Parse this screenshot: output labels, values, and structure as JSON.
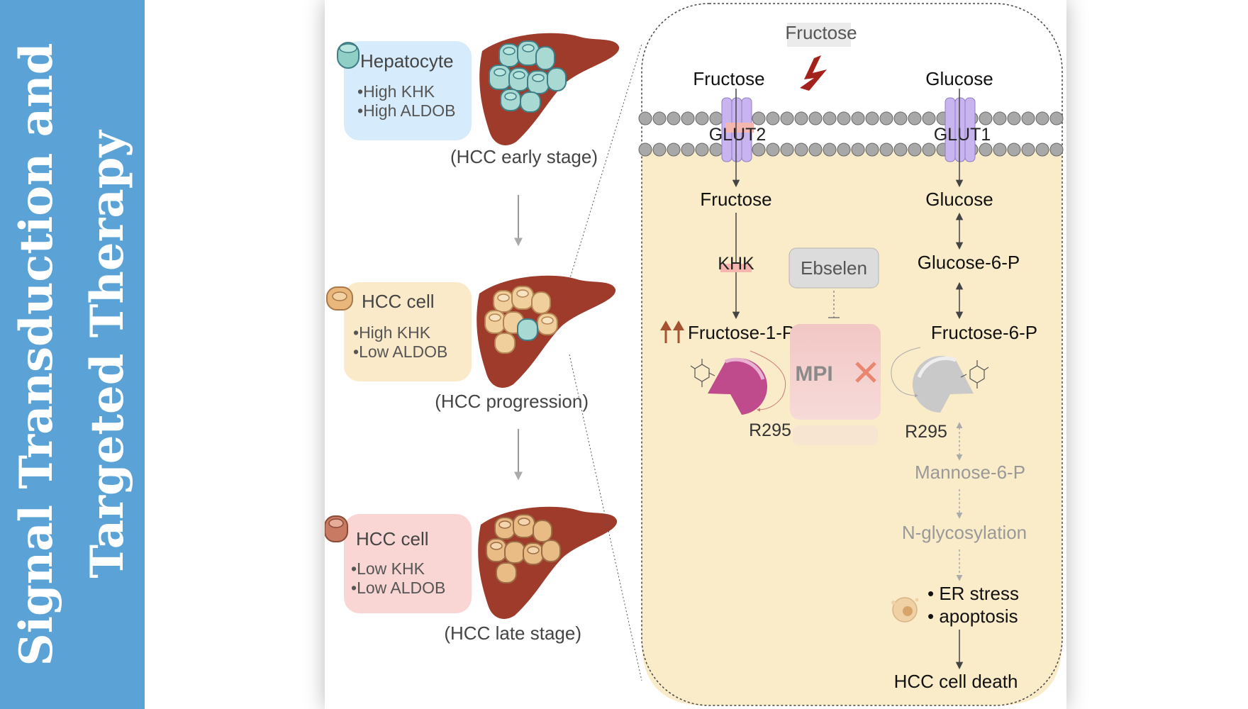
{
  "banner": {
    "line1": "Signal Transduction and",
    "line2": "Targeted Therapy"
  },
  "stages": [
    {
      "cell": "Hepatocyte",
      "marker1": "High KHK",
      "marker2": "High ALDOB",
      "stage": "(HCC early stage)"
    },
    {
      "cell": "HCC cell",
      "marker1": "High KHK",
      "marker2": "Low ALDOB",
      "stage": "(HCC progression)"
    },
    {
      "cell": "HCC cell",
      "marker1": "Low KHK",
      "marker2": "Low ALDOB",
      "stage": "(HCC late stage)"
    }
  ],
  "pathway": {
    "fructose_top": "Fructose",
    "fructose_ext": "Fructose",
    "glucose_ext": "Glucose",
    "glut2": "GLUT2",
    "glut1": "GLUT1",
    "fructose_int": "Fructose",
    "glucose_int": "Glucose",
    "khk": "KHK",
    "ebselen": "Ebselen",
    "g6p": "Glucose-6-P",
    "f1p": "Fructose-1-P",
    "f6p": "Fructose-6-P",
    "mpi": "MPI",
    "r295_left": "R295",
    "r295_right": "R295",
    "m6p": "Mannose-6-P",
    "nglyco": "N-glycosylation",
    "er_stress": "• ER stress",
    "apoptosis": "• apoptosis",
    "death": "HCC cell death"
  }
}
